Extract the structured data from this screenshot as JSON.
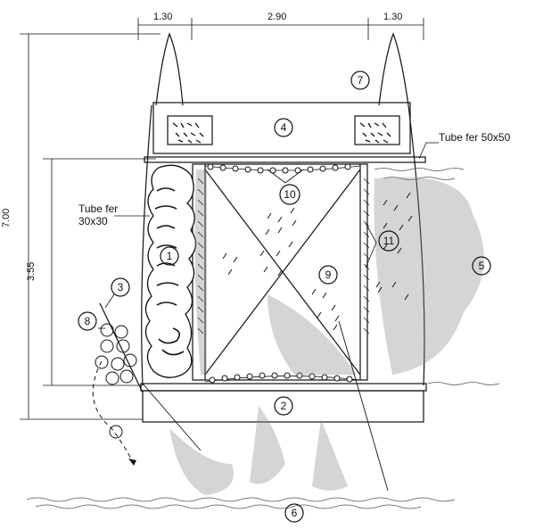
{
  "dimensions": {
    "left_width": "1.30",
    "center_width": "2.90",
    "right_width": "1.30",
    "total_height": "7.00",
    "frame_height": "3.55"
  },
  "labels": {
    "tube_large": "Tube fer 50x50",
    "tube_small_line1": "Tube fer",
    "tube_small_line2": "30x30"
  },
  "callouts": [
    "1",
    "2",
    "3",
    "4",
    "5",
    "6",
    "7",
    "8",
    "9",
    "10",
    "11"
  ]
}
